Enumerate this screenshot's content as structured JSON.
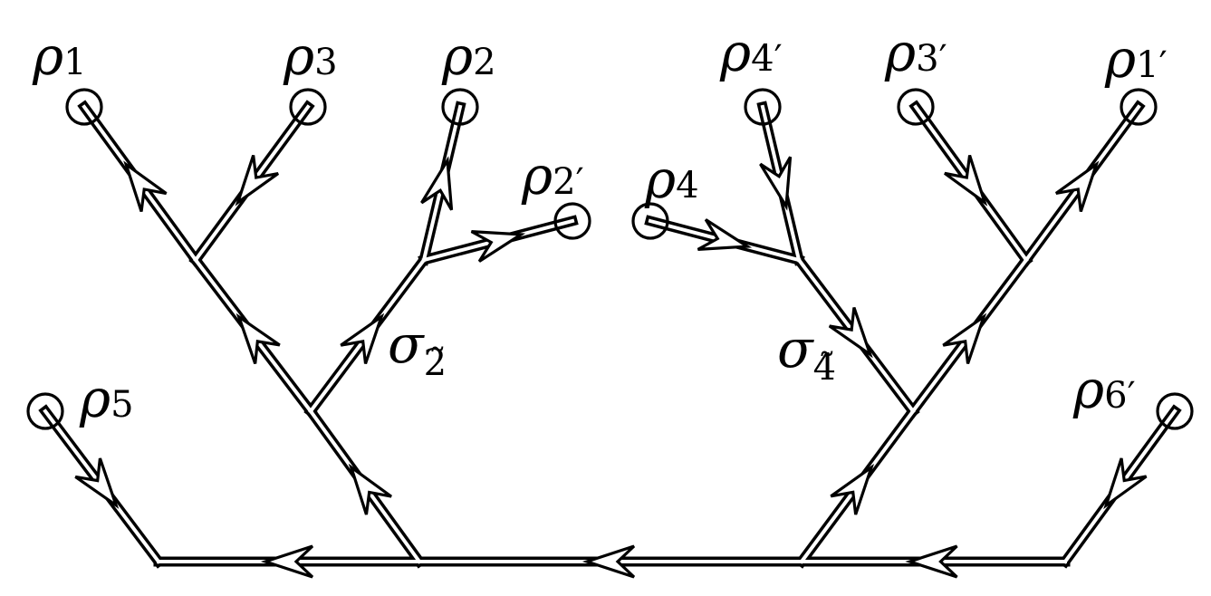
{
  "diagram": {
    "stroke_color": "#000000",
    "background": "#ffffff",
    "nodes": {
      "rho1": {
        "symbol": "ρ",
        "sub": "1",
        "prime": ""
      },
      "rho3": {
        "symbol": "ρ",
        "sub": "3",
        "prime": ""
      },
      "rho2": {
        "symbol": "ρ",
        "sub": "2",
        "prime": ""
      },
      "rho2p": {
        "symbol": "ρ",
        "sub": "2",
        "prime": "′"
      },
      "rho4p": {
        "symbol": "ρ",
        "sub": "4",
        "prime": "′"
      },
      "rho3p": {
        "symbol": "ρ",
        "sub": "3",
        "prime": "′"
      },
      "rho1p": {
        "symbol": "ρ",
        "sub": "1",
        "prime": "′"
      },
      "rho4": {
        "symbol": "ρ",
        "sub": "4",
        "prime": ""
      },
      "rho5": {
        "symbol": "ρ",
        "sub": "5",
        "prime": ""
      },
      "rho6p": {
        "symbol": "ρ",
        "sub": "6",
        "prime": "′"
      }
    },
    "sigmas": {
      "sigma2": {
        "symbol": "σ",
        "sub": "2̃"
      },
      "sigma4": {
        "symbol": "σ",
        "sub": "4̃"
      }
    }
  }
}
